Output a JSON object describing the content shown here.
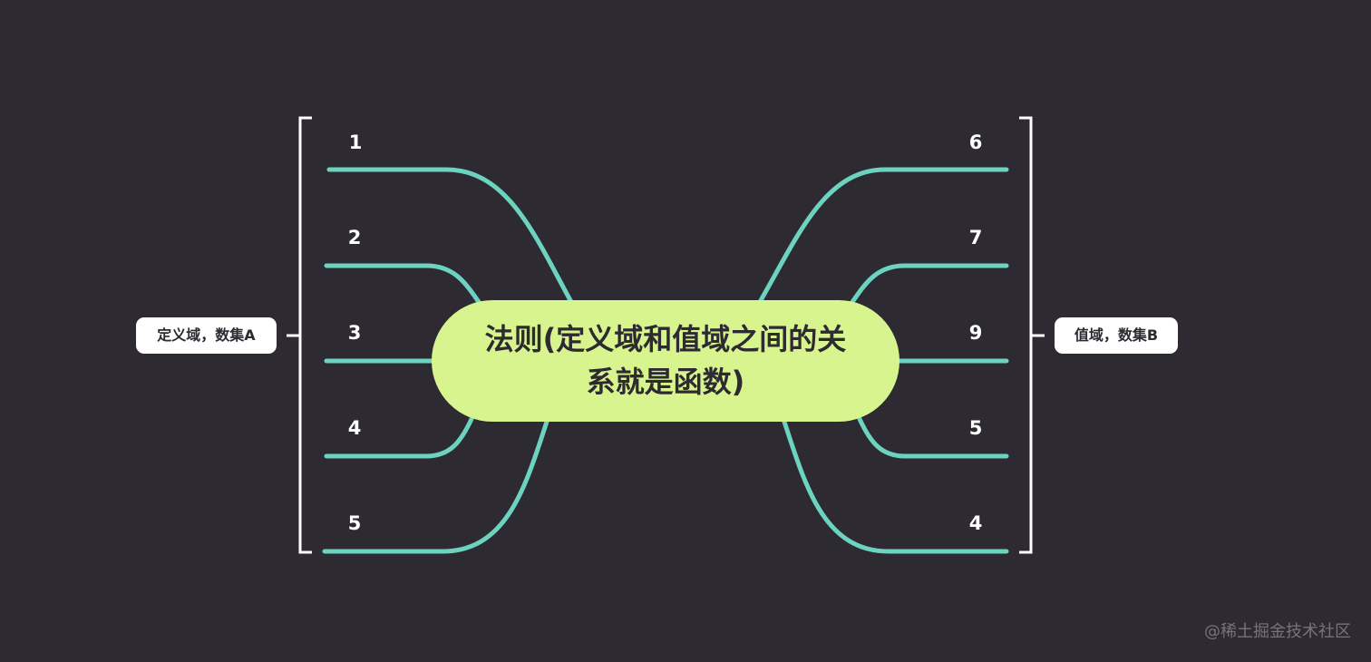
{
  "center": {
    "text": "法则(定义域和值域之间的关系就是函数)"
  },
  "left_group": {
    "tag": "定义域，数集A",
    "items": [
      "1",
      "2",
      "3",
      "4",
      "5"
    ]
  },
  "right_group": {
    "tag": "值域，数集B",
    "items": [
      "6",
      "7",
      "9",
      "5",
      "4"
    ]
  },
  "watermark": "@稀土掘金技术社区",
  "colors": {
    "background": "#2d2a31",
    "branch": "#6dd3c1",
    "center_fill": "#d7f48f",
    "bracket": "#ffffff",
    "tag_fill": "#ffffff"
  }
}
